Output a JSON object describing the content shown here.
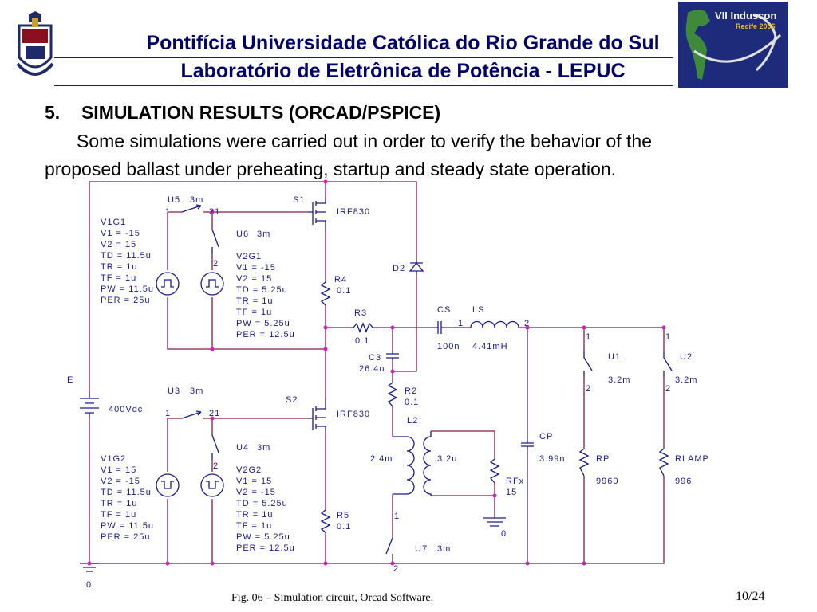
{
  "header": {
    "university": "Pontifícia Universidade Católica do Rio Grande do Sul",
    "lab": "Laboratório de Eletrônica de Potência - LEPUC",
    "conference_logo_line1": "VII Induscon",
    "conference_logo_line2": "Recife 2006"
  },
  "section": {
    "number": "5.",
    "title": "SIMULATION RESULTS (ORCAD/PSPICE)",
    "line1": "Some simulations were carried out in order to verify the behavior of the",
    "line2": "proposed ballast under preheating, startup and steady state operation."
  },
  "colors": {
    "wire": "#8b1a3c",
    "component": "#1a1a8c",
    "node": "#d020c0",
    "title": "#000066"
  },
  "circuit": {
    "source": {
      "ref": "E",
      "value": "400Vdc"
    },
    "switches": {
      "U5": {
        "ref": "U5",
        "time": "3m"
      },
      "U6": {
        "ref": "U6",
        "time": "3m"
      },
      "U3": {
        "ref": "U3",
        "time": "3m"
      },
      "U4": {
        "ref": "U4",
        "time": "3m"
      },
      "U7": {
        "ref": "U7",
        "time": "3m"
      },
      "U1": {
        "ref": "U1",
        "time": "3.2m"
      },
      "U2": {
        "ref": "U2",
        "time": "3.2m"
      }
    },
    "mosfets": {
      "S1": {
        "ref": "S1",
        "model": "IRF830"
      },
      "S2": {
        "ref": "S2",
        "model": "IRF830"
      }
    },
    "resistors": {
      "R4": {
        "ref": "R4",
        "value": "0.1"
      },
      "R3": {
        "ref": "R3",
        "value": "0.1"
      },
      "R2": {
        "ref": "R2",
        "value": "0.1"
      },
      "R5": {
        "ref": "R5",
        "value": "0.1"
      },
      "RFx": {
        "ref": "RFx",
        "value": "15"
      },
      "RP": {
        "ref": "RP",
        "value": "9960"
      },
      "RLAMP": {
        "ref": "RLAMP",
        "value": "996"
      }
    },
    "capacitors": {
      "C3": {
        "ref": "C3",
        "value": "26.4n"
      },
      "CS": {
        "ref": "CS",
        "value": "100n"
      },
      "CP": {
        "ref": "CP",
        "value": "3.99n"
      }
    },
    "inductors": {
      "LS": {
        "ref": "LS",
        "value": "4.41mH"
      },
      "L2": {
        "ref": "L2",
        "value_primary": "2.4m",
        "value_secondary": "3.2u"
      }
    },
    "diode": {
      "ref": "D2"
    },
    "ground_label": "0",
    "pulse_sources": {
      "V1G1": {
        "name": "V1G1",
        "params": [
          "V1 = -15",
          "V2 = 15",
          "TD = 11.5u",
          "TR = 1u",
          "TF = 1u",
          "PW = 11.5u",
          "PER = 25u"
        ]
      },
      "V2G1": {
        "name": "V2G1",
        "params": [
          "V1 = -15",
          "V2 = 15",
          "TD = 5.25u",
          "TR = 1u",
          "TF = 1u",
          "PW = 5.25u",
          "PER = 12.5u"
        ]
      },
      "V1G2": {
        "name": "V1G2",
        "params": [
          "V1 = 15",
          "V2 = -15",
          "TD = 11.5u",
          "TR = 1u",
          "TF = 1u",
          "PW = 11.5u",
          "PER = 25u"
        ]
      },
      "V2G2": {
        "name": "V2G2",
        "params": [
          "V1 = 15",
          "V2 = -15",
          "TD = 5.25u",
          "TR = 1u",
          "TF = 1u",
          "PW = 5.25u",
          "PER = 12.5u"
        ]
      }
    },
    "pins": {
      "p1": "1",
      "p2": "2",
      "p21": "21"
    }
  },
  "caption": "Fig. 06 – Simulation circuit, Orcad Software.",
  "page": "10/24"
}
